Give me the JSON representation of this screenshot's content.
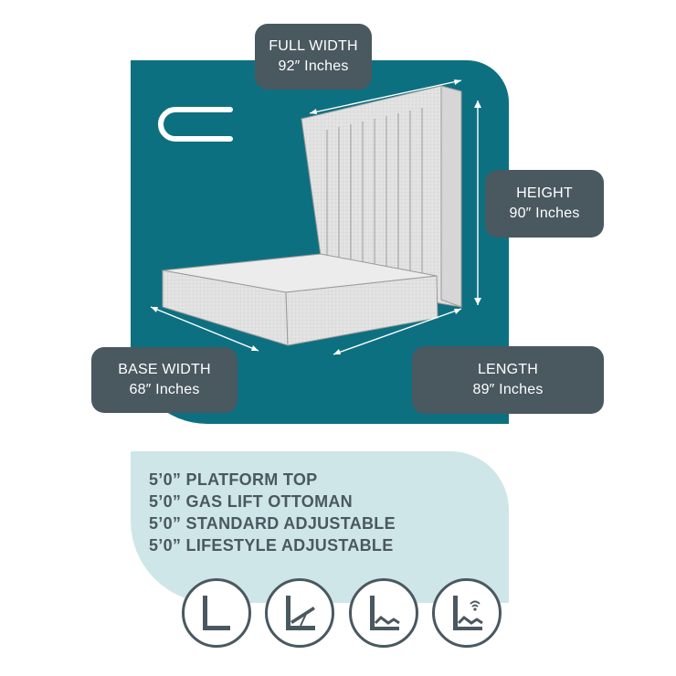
{
  "dimensions": {
    "full_width": {
      "label": "FULL WIDTH",
      "value": "92″ Inches"
    },
    "height": {
      "label": "HEIGHT",
      "value": "90″ Inches"
    },
    "base_width": {
      "label": "BASE WIDTH",
      "value": "68″ Inches"
    },
    "length": {
      "label": "LENGTH",
      "value": "89″ Inches"
    }
  },
  "models": [
    "5’0” PLATFORM TOP",
    "5’0” GAS LIFT OTTOMAN",
    "5’0” STANDARD ADJUSTABLE",
    "5’0” LIFESTYLE ADJUSTABLE"
  ],
  "base_icons": [
    "platform-top-icon",
    "gas-lift-ottoman-icon",
    "standard-adjustable-icon",
    "lifestyle-adjustable-icon"
  ],
  "colors": {
    "teal_panel": "#0d7080",
    "badge": "#4a5860",
    "info_panel": "#cfe6e9",
    "bed": "#e2e2e2"
  }
}
